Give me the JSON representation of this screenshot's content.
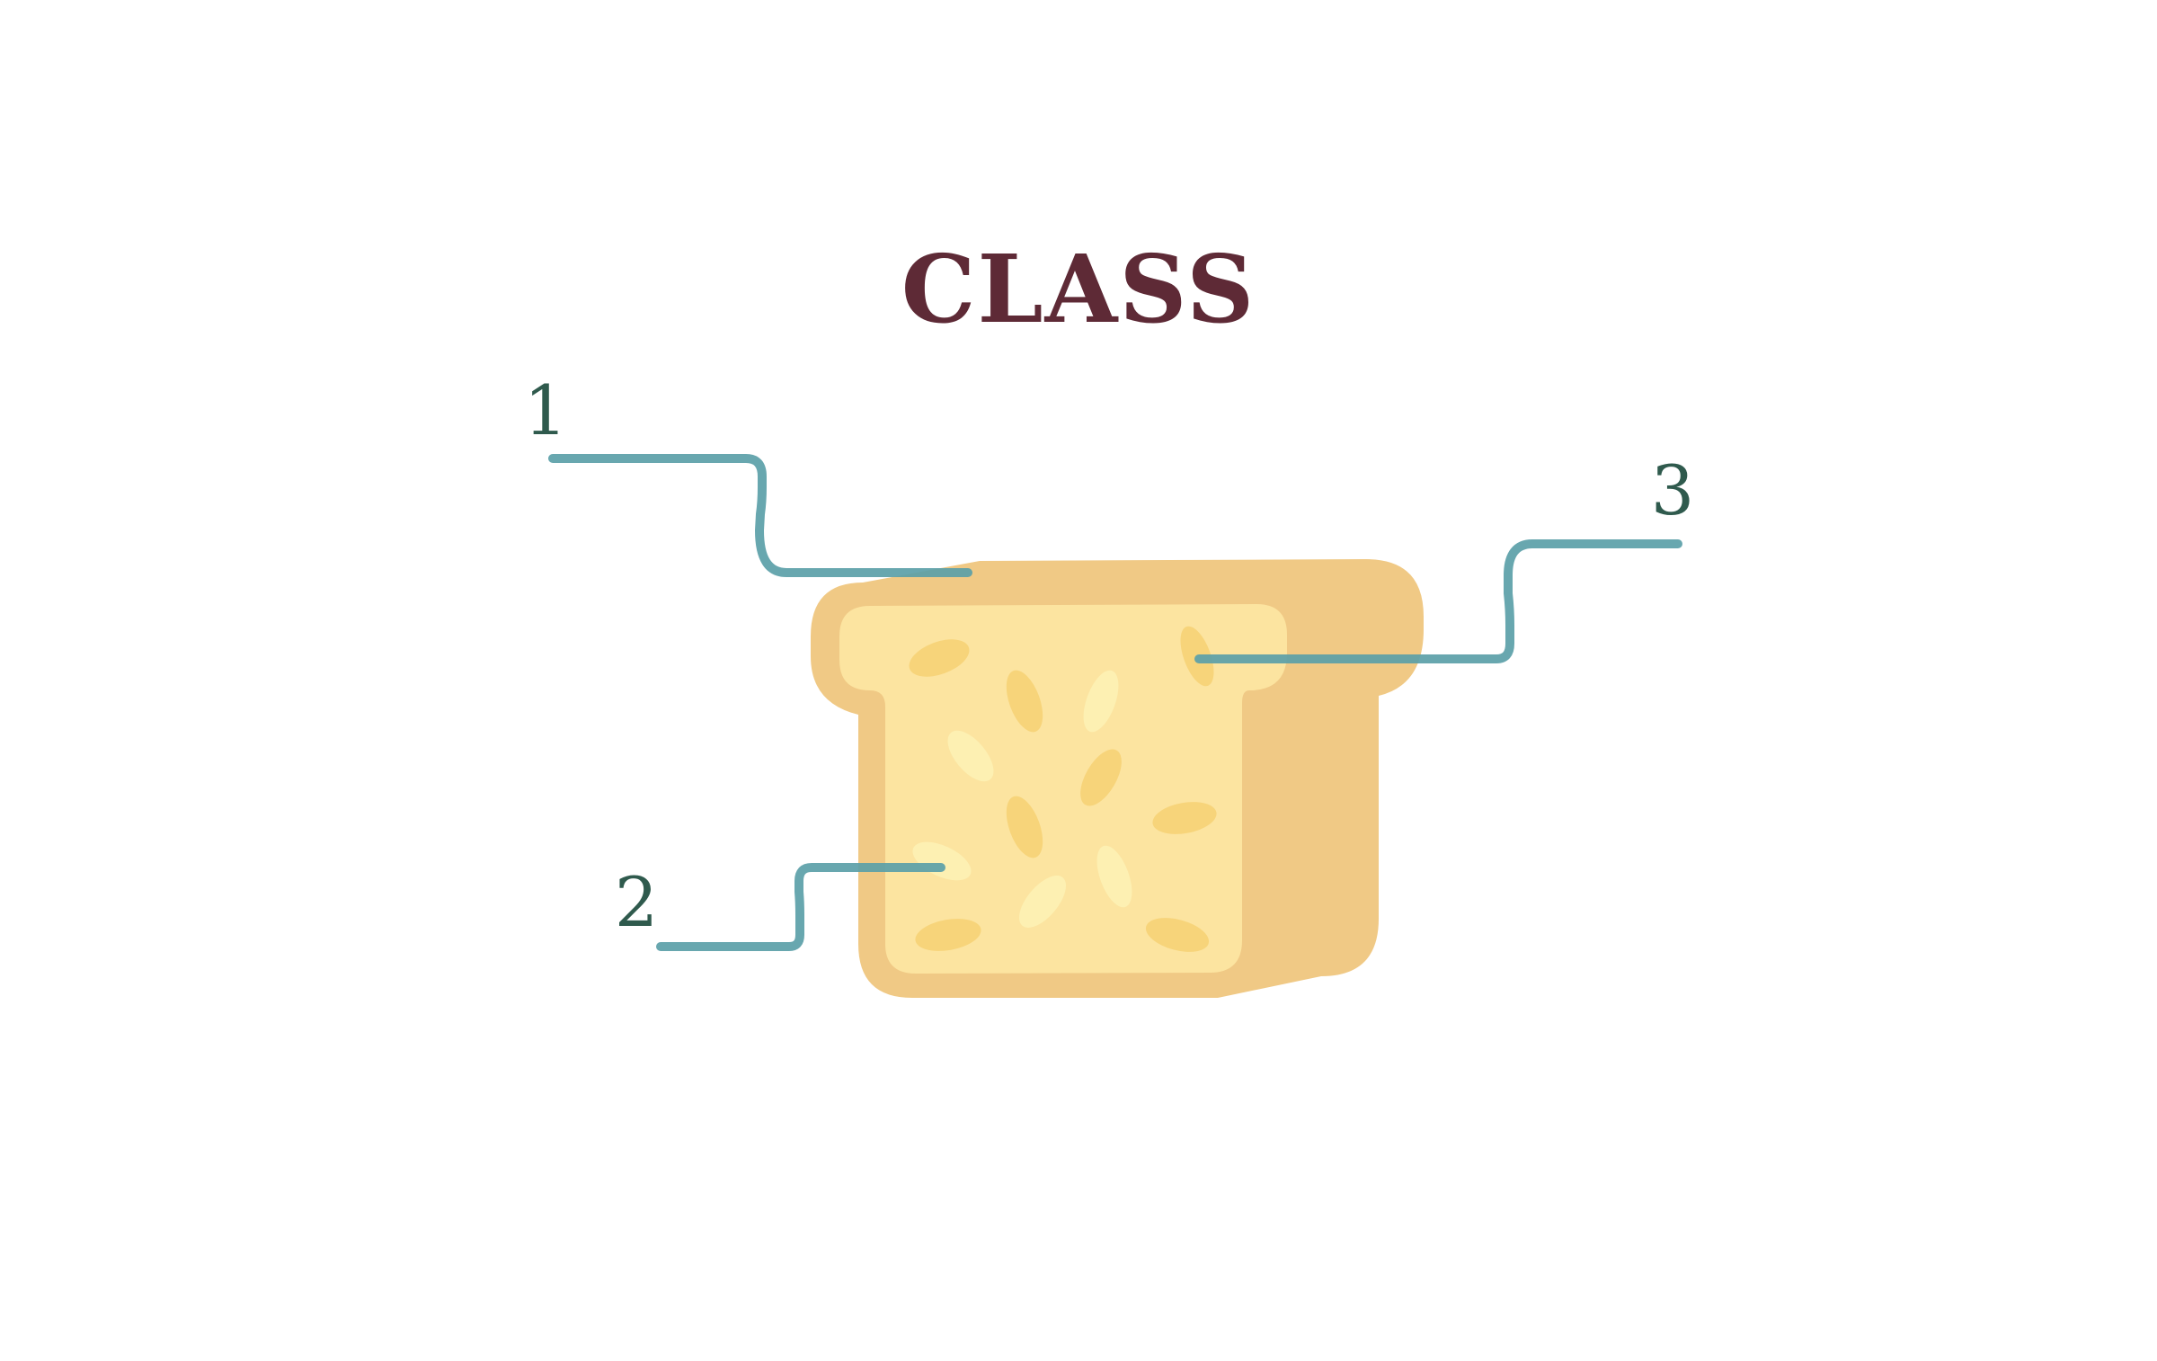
{
  "title": "CLASS",
  "callouts": [
    {
      "id": "callout-1",
      "number": "1"
    },
    {
      "id": "callout-2",
      "number": "2"
    },
    {
      "id": "callout-3",
      "number": "3"
    }
  ],
  "colors": {
    "background": "#ffffff",
    "title": "#5e2a36",
    "number": "#2f5a4d",
    "leader_line": "#5b9fa8",
    "crust": "#f0c985",
    "crumb": "#fce4a0",
    "seed_dark": "#f7d47a",
    "seed_light": "#fdf0b2"
  },
  "icons": {
    "main": "bread-slice-icon",
    "seeds": "seed-icon"
  }
}
